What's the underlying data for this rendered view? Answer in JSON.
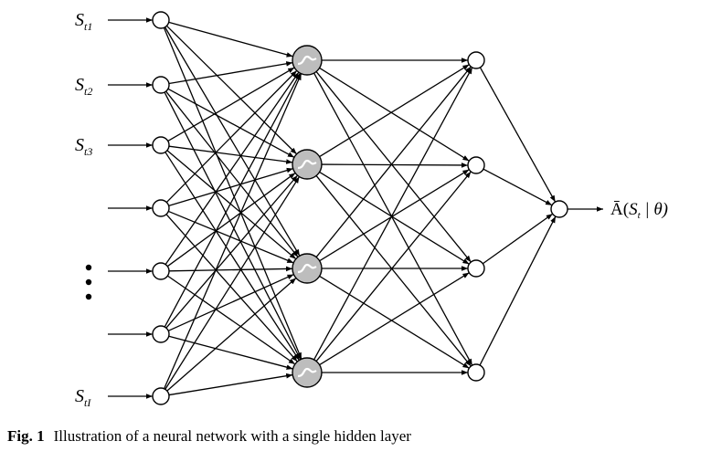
{
  "diagram": {
    "inputs": [
      {
        "base": "S",
        "sub": "t1"
      },
      {
        "base": "S",
        "sub": "t2"
      },
      {
        "base": "S",
        "sub": "t3"
      },
      {
        "base": "",
        "sub": ""
      },
      {
        "base": "",
        "sub": ""
      },
      {
        "base": "",
        "sub": ""
      },
      {
        "base": "S",
        "sub": "tI"
      }
    ],
    "layers": {
      "input_count": 7,
      "hidden_count": 4,
      "second_count": 4,
      "output_count": 1
    },
    "output_label": {
      "prefix": "Ā(",
      "var": "S",
      "sub": "t",
      "middle": " | θ)"
    },
    "colors": {
      "hidden_fill": "#bdbdbd",
      "stroke": "#000000"
    }
  },
  "caption": {
    "number": "Fig. 1",
    "text": "Illustration of a neural network with a single hidden layer"
  }
}
